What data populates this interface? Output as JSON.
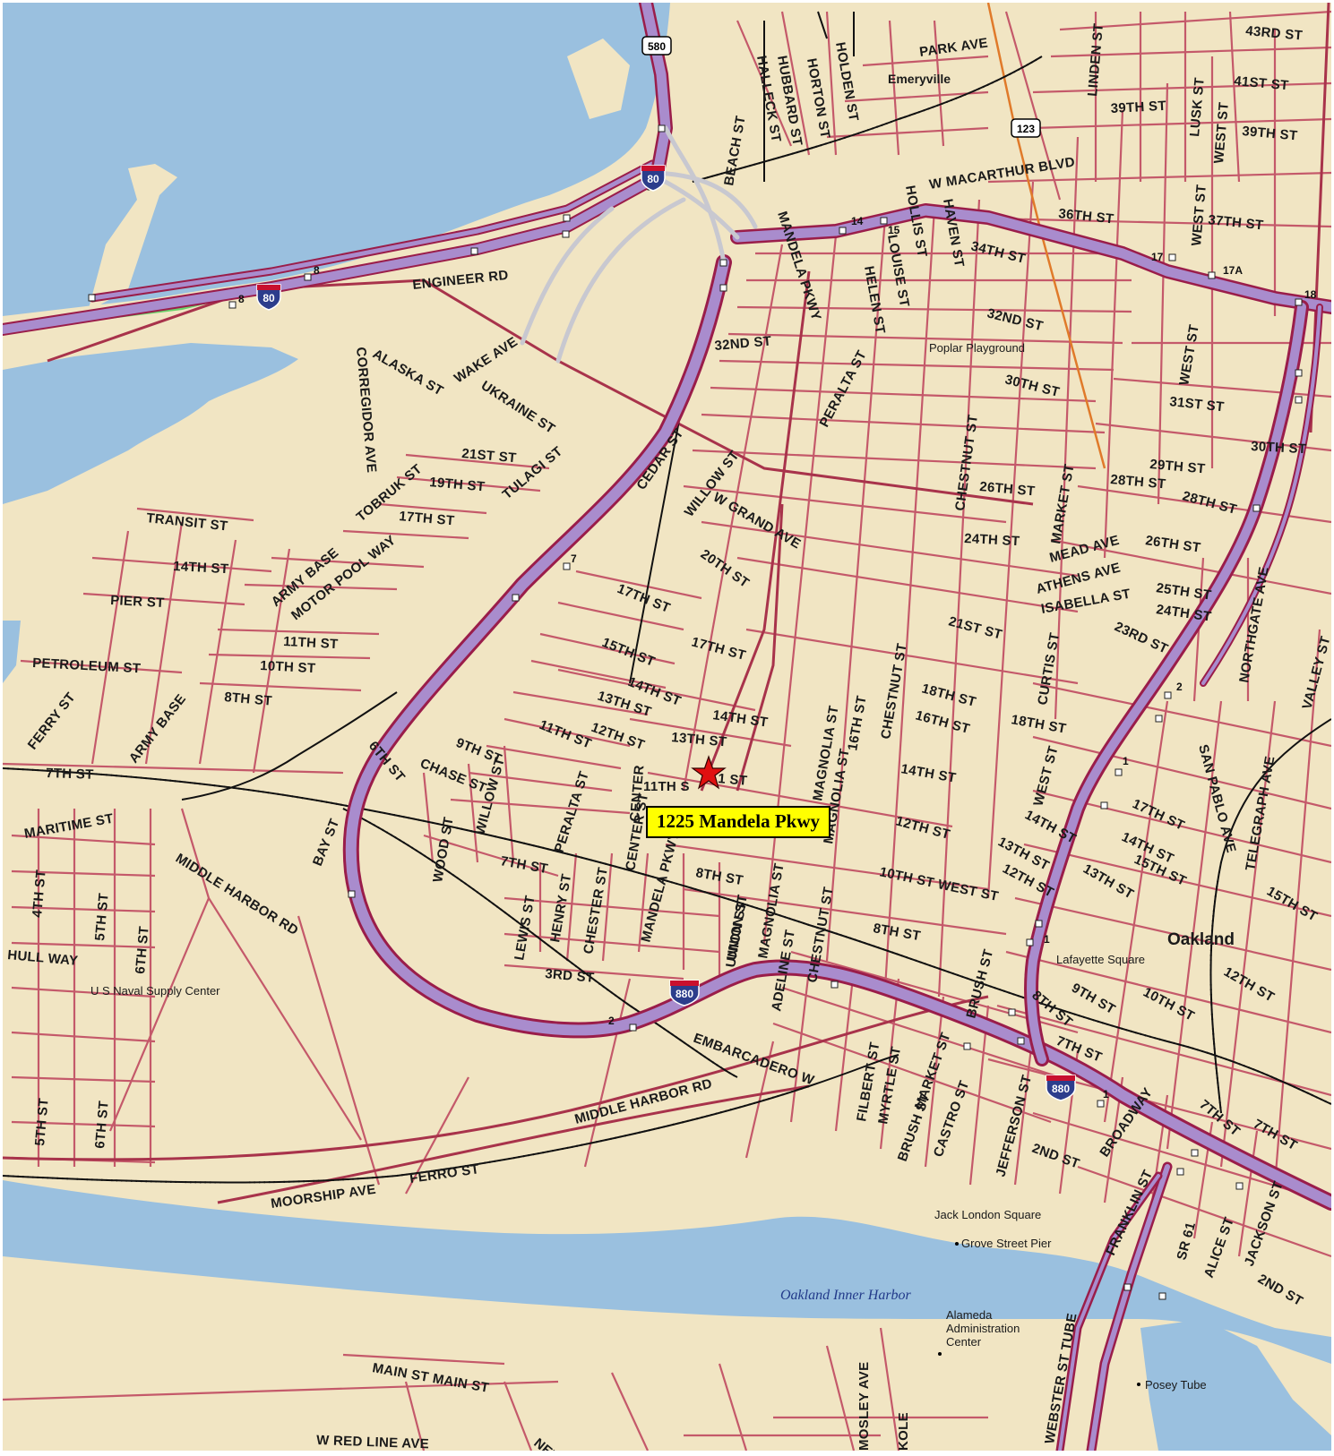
{
  "colors": {
    "land": "#f1e5c3",
    "water": "#9ac0df",
    "street": "#c4596a",
    "freeway_fill": "#a98ccd",
    "freeway_edge": "#9a1d4a",
    "ramp": "#c8c8d0",
    "rail": "#111111",
    "marker": "#e01010",
    "callout_bg": "#ffff00"
  },
  "marker": {
    "icon": "red-star-icon",
    "label": "1225 Mandela Pkwy"
  },
  "places": {
    "emeryville": "Emeryville",
    "oakland": "Oakland"
  },
  "water": {
    "inner_harbor": "Oakland Inner Harbor"
  },
  "pois": {
    "poplar_playground": "Poplar Playground",
    "naval_supply": "U S Naval Supply Center",
    "lafayette_square": "Lafayette Square",
    "jack_london_square": "Jack London Square",
    "grove_street_pier": "Grove Street Pier",
    "alameda_admin": [
      "Alameda",
      "Administration",
      "Center"
    ],
    "posey_tube": "Posey Tube"
  },
  "shields": {
    "i80_a": "80",
    "i80_b": "80",
    "i880_a": "880",
    "i880_b": "880",
    "i580": "580",
    "us123": "123"
  },
  "exits": {
    "e8a": "8",
    "e8b": "8",
    "e14": "14",
    "e15": "15",
    "e17": "17",
    "e17a": "17A",
    "e18": "18",
    "e2a": "2",
    "e2b": "2",
    "e1a": "1",
    "e1b": "1",
    "e1c": "1",
    "e7": "7"
  },
  "streets": {
    "s43rd": "43RD ST",
    "s41st": "41ST ST",
    "s39th_a": "39TH ST",
    "s39th_b": "39TH ST",
    "park_ave": "PARK AVE",
    "linden": "LINDEN ST",
    "lusk": "LUSK ST",
    "west_a": "WEST ST",
    "w_macarthur": "W MACARTHUR BLVD",
    "s36th": "36TH ST",
    "west_b": "WEST ST",
    "s37th": "37TH ST",
    "s34th": "34TH ST",
    "s32nd_a": "32ND ST",
    "s30th_a": "30TH ST",
    "s31st": "31ST ST",
    "west_c": "WEST ST",
    "hubbard": "HUBBARD ST",
    "halleck": "HALLECK ST",
    "horton": "HORTON ST",
    "holden": "HOLDEN ST",
    "beach": "BEACH ST",
    "hollis": "HOLLIS ST",
    "haven": "HAVEN ST",
    "louise": "LOUISE ST",
    "helen": "HELEN ST",
    "mandela_a": "MANDELA PKWY",
    "engineer": "ENGINEER RD",
    "s32nd_b": "32ND ST",
    "peralta_a": "PERALTA ST",
    "alaska": "ALASKA ST",
    "wake": "WAKE AVE",
    "corregidor": "CORREGIDOR AVE",
    "ukraine": "UKRAINE ST",
    "tulagi": "TULAGI ST",
    "s21st_a": "21ST ST",
    "s19th": "19TH ST",
    "cedar": "CEDAR ST",
    "tobruk": "TOBRUK ST",
    "s17th_a": "17TH ST",
    "transit": "TRANSIT ST",
    "army_base_a": "ARMY BASE",
    "motor_pool": "MOTOR POOL WAY",
    "s14th_a": "14TH ST",
    "pier": "PIER ST",
    "s11th_a": "11TH ST",
    "s10th_a": "10TH ST",
    "petroleum": "PETROLEUM ST",
    "s8th_a": "8TH ST",
    "ferry": "FERRY ST",
    "army_base_b": "ARMY BASE",
    "s7th_a": "7TH ST",
    "maritime": "MARITIME ST",
    "willow_a": "WILLOW ST",
    "w_grand": "W GRAND AVE",
    "s20th": "20TH ST",
    "s17th_b": "17TH ST",
    "s15th_a": "15TH ST",
    "s14th_b": "14TH ST",
    "s13th_a": "13TH ST",
    "s12th_a": "12TH ST",
    "s11th_b": "11TH ST",
    "s9th_a": "9TH ST",
    "chase": "CHASE ST",
    "willow_b": "WILLOW ST",
    "peralta_b": "PERALTA ST",
    "s17th_c": "17TH ST",
    "s14th_c": "14TH ST",
    "s13th_b": "13TH ST",
    "s12th_b": "1 ST",
    "s11th_c": "11TH S",
    "center_a": "CENTER",
    "s8th_b": "8TH ST",
    "s6th_a": "6TH ST",
    "bay": "BAY ST",
    "wood": "WOOD ST",
    "s7th_b": "7TH ST",
    "middle_harbor_a": "MIDDLE HARBOR RD",
    "s4th": "4TH ST",
    "s5th_a": "5TH ST",
    "s6th_b": "6TH ST",
    "hull": "HULL WAY",
    "s5th_b": "5TH ST",
    "s6th_c": "6TH ST",
    "lewis": "LEWIS ST",
    "henry": "HENRY ST",
    "chester": "CHESTER ST",
    "center_b": "CENTER ST",
    "mandela_b": "MANDELA PKWY",
    "s3rd": "3RD ST",
    "union_a": "UNION ST",
    "magnolia_a": "MAGNOLIA ST",
    "adeline": "ADELINE ST",
    "chestnut_a": "CHESTNUT ST",
    "magnolia_b": "MAGNOLIA ST",
    "s16th_a": "16TH ST",
    "chestnut_b": "CHESTNUT ST",
    "s18th_a": "18TH ST",
    "s16th_b": "16TH ST",
    "s14th_d": "14TH ST",
    "s12th_c": "12TH ST",
    "s10th_west": "10TH ST WEST ST",
    "s8th_c": "8TH ST",
    "union_b": "UNION ST",
    "magnolia_c": "MAGNOLIA ST",
    "chestnut_c": "CHESTNUT ST",
    "s26th_a": "26TH ST",
    "s24th_a": "24TH ST",
    "market_a": "MARKET ST",
    "s21st_b": "21ST ST",
    "mead": "MEAD AVE",
    "athens": "ATHENS AVE",
    "isabella": "ISABELLA ST",
    "curtis": "CURTIS ST",
    "s29th": "29TH ST",
    "s28th_a": "28TH ST",
    "s28th_b": "28TH ST",
    "s30th_b": "30TH ST",
    "s26th_b": "26TH ST",
    "s25th": "25TH ST",
    "s24th_b": "24TH ST",
    "s23rd": "23RD ST",
    "northgate": "NORTHGATE AVE",
    "valley": "VALLEY ST",
    "s18th_b": "18TH ST",
    "west_d": "WEST ST",
    "s14th_e": "14TH ST",
    "s13th_c": "13TH ST",
    "s12th_d": "12TH ST",
    "s13th_d": "13TH ST",
    "san_pablo": "SAN PABLO AVE",
    "s17th_d": "17TH ST",
    "telegraph": "TELEGRAPH AVE",
    "s15th_b": "15TH ST",
    "s15th_c": "15TH ST",
    "s14th_f": "14TH ST",
    "s12th_e": "12TH ST",
    "s10th_b": "10TH ST",
    "s9th_b": "9TH ST",
    "s8th_d": "8TH ST",
    "s7th_c": "7TH ST",
    "s7th_d": "7TH ST",
    "s7th_e": "7TH ST",
    "brush_a": "BRUSH ST",
    "embarcadero": "EMBARCADERO W",
    "filbert": "FILBERT ST",
    "myrtle": "MYRTLE ST",
    "market_b": "MARKET ST",
    "brush_b": "BRUSH ST",
    "castro": "CASTRO ST",
    "jefferson": "JEFFERSON ST",
    "s2nd_a": "2ND ST",
    "broadway": "BROADWAY",
    "franklin": "FRANKLIN ST",
    "sr61": "SR 61",
    "alice": "ALICE ST",
    "jackson": "JACKSON ST",
    "s2nd_b": "2ND ST",
    "middle_harbor_b": "MIDDLE HARBOR RD",
    "moorship": "MOORSHIP AVE",
    "ferro": "FERRO ST",
    "main": "MAIN ST MAIN ST",
    "w_red_line": "W RED LINE AVE",
    "new": "NEW",
    "mosley": "MOSLEY AVE",
    "kole": "KOLE",
    "webster_tube": "WEBSTER ST TUBE"
  }
}
